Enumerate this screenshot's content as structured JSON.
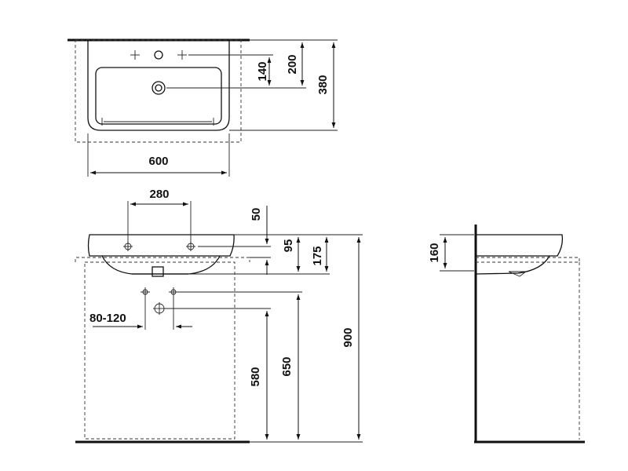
{
  "dimensions": {
    "top_width": "600",
    "top_140": "140",
    "top_200": "200",
    "top_380": "380",
    "front_280": "280",
    "front_50": "50",
    "front_95": "95",
    "front_175": "175",
    "front_80_120": "80-120",
    "front_580": "580",
    "front_650": "650",
    "front_900": "900",
    "side_160": "160"
  }
}
